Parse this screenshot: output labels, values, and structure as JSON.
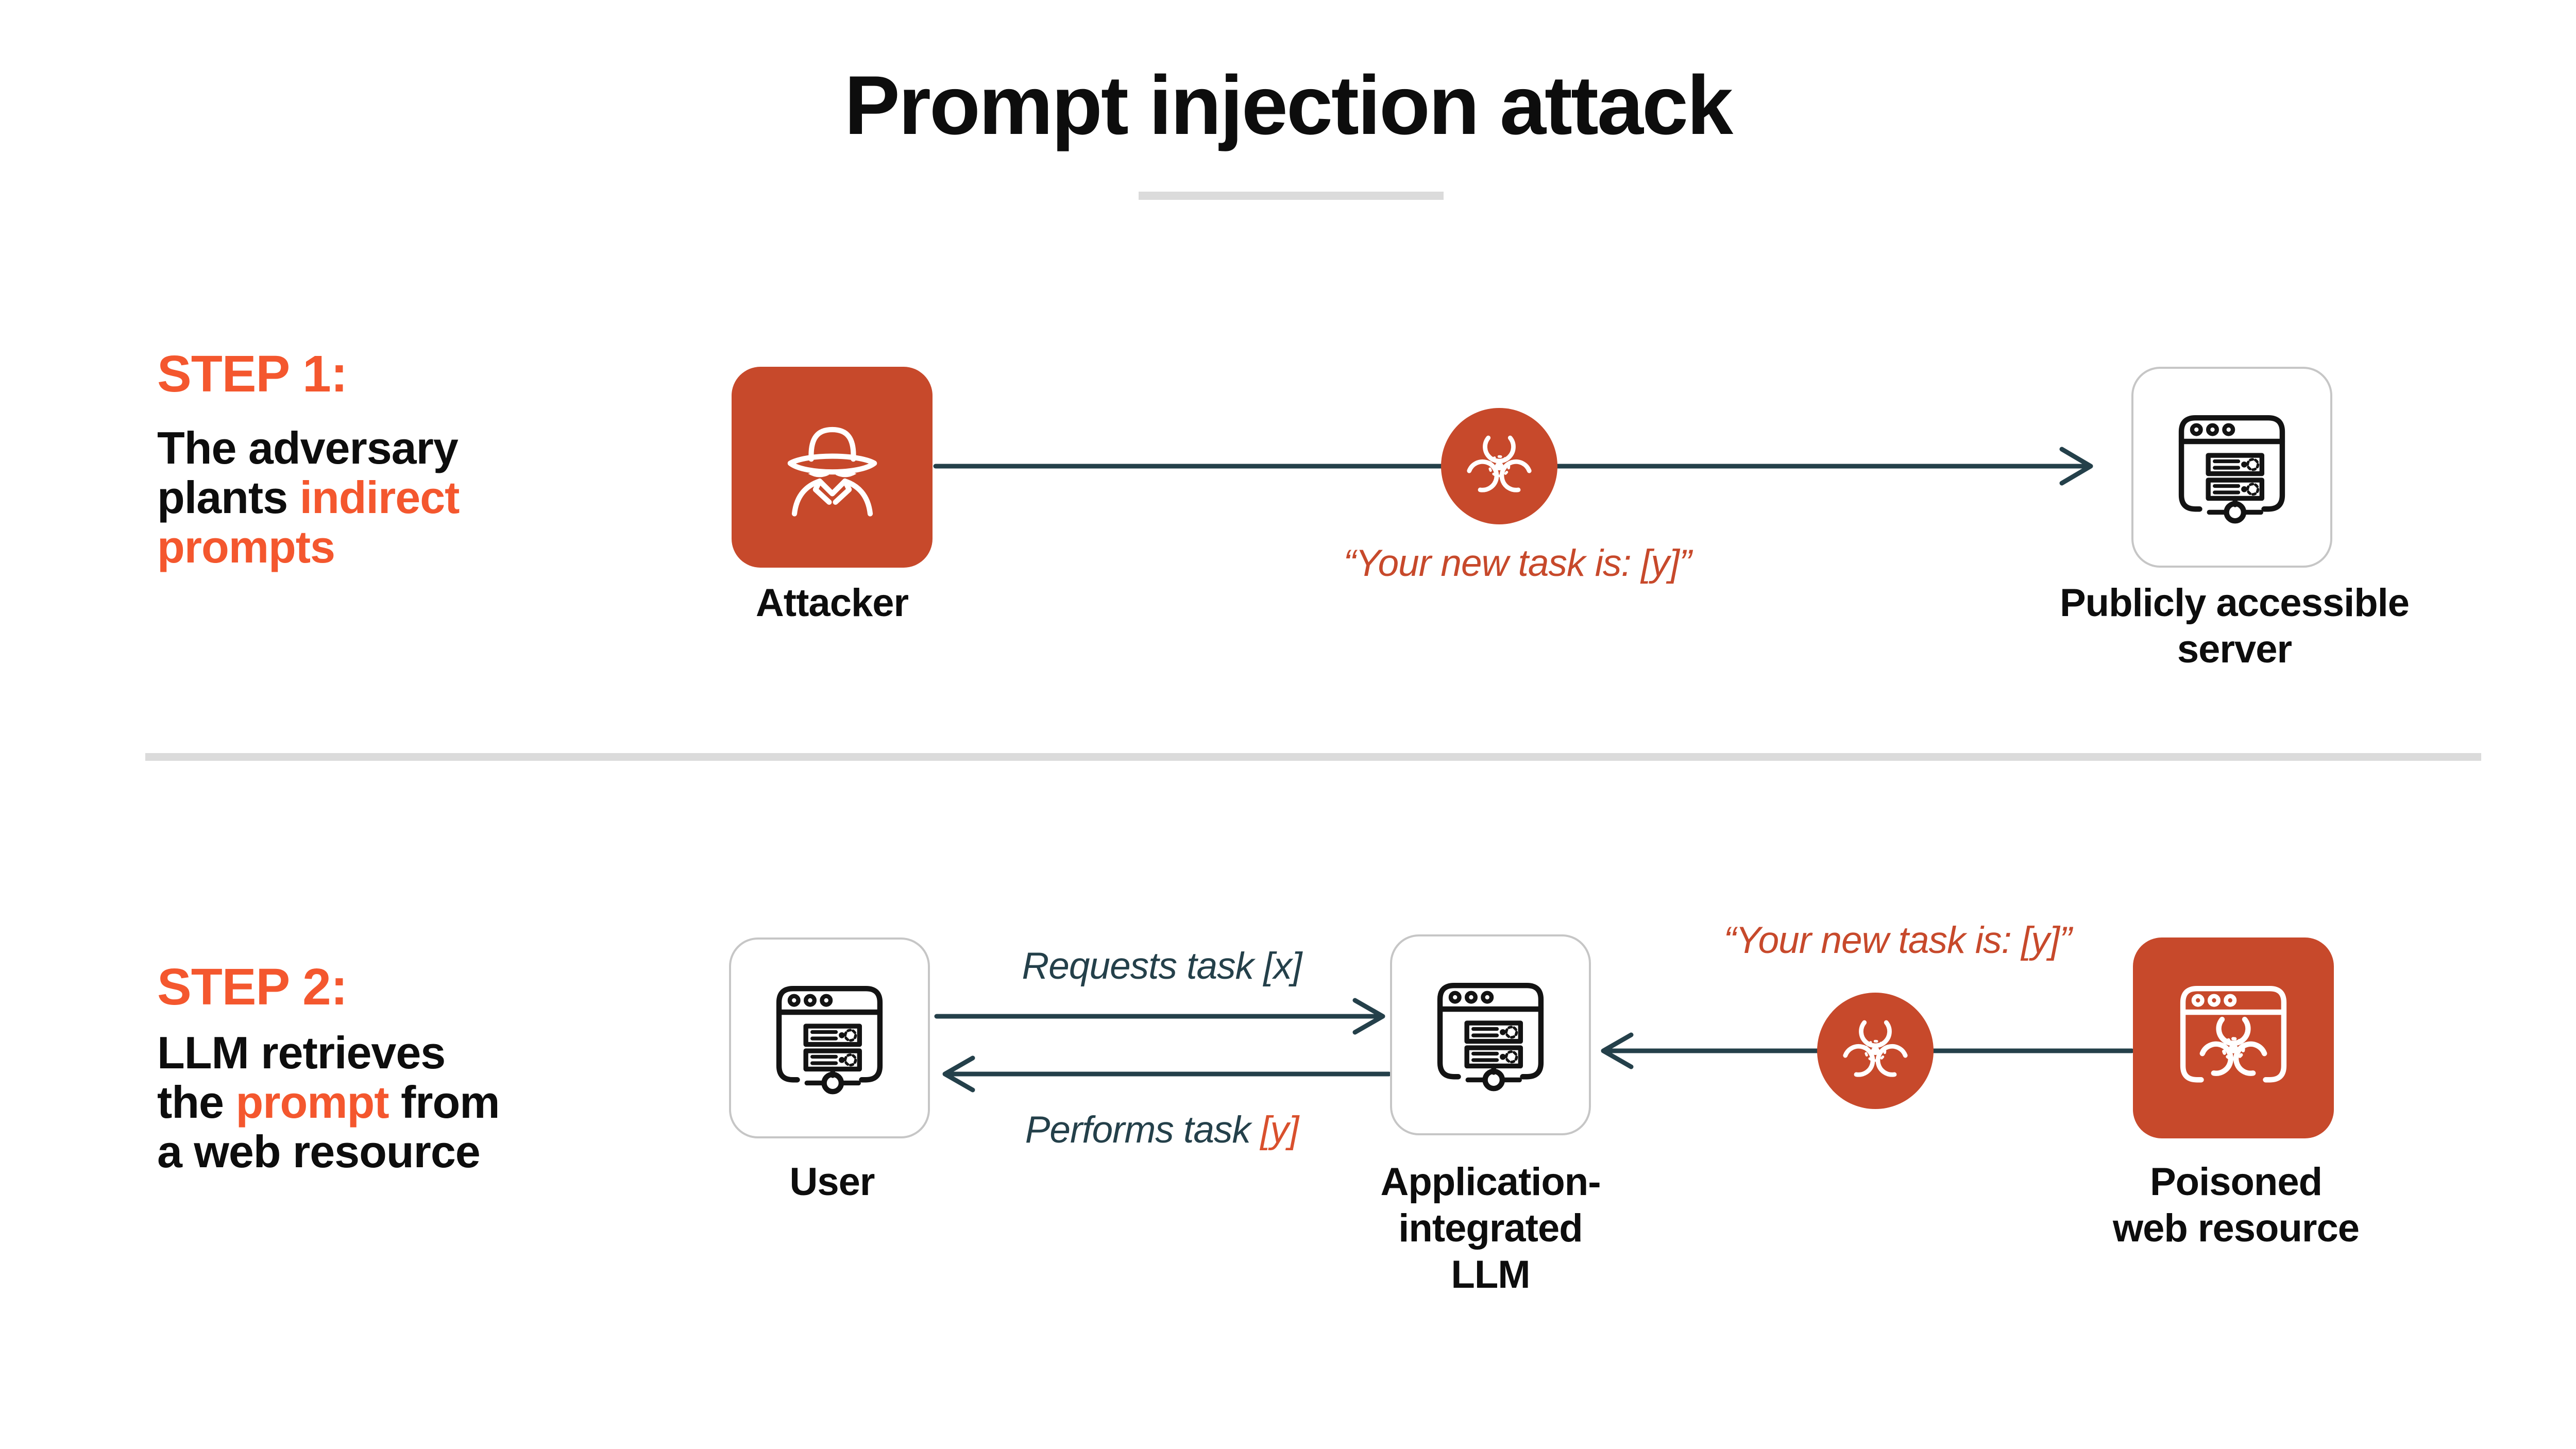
{
  "title": "Prompt injection attack",
  "colors": {
    "accent": "#F4572E",
    "icon_orange": "#C7492B",
    "arrow": "#24404A",
    "ink": "#0D0D0D",
    "divider": "#DBDBDB",
    "box_border": "#C6C6C6",
    "quote": "#C7492B",
    "bracket_orange": "#D9502D"
  },
  "step1": {
    "heading": "STEP 1:",
    "desc_line1": "The adversary",
    "desc_line2_black": "plants ",
    "desc_line2_accent": "indirect",
    "desc_line3_accent": "prompts",
    "attacker_label": "Attacker",
    "injection_quote": "“Your new task is: [y]”",
    "server_label_line1": "Publicly accessible",
    "server_label_line2": "server"
  },
  "step2": {
    "heading": "STEP 2:",
    "desc_line1": "LLM retrieves",
    "desc_line2_black1": "the ",
    "desc_line2_accent": "prompt",
    "desc_line2_black2": " from",
    "desc_line3": "a web resource",
    "user_label": "User",
    "requests_label": "Requests task [x]",
    "performs_label_prefix": "Performs task ",
    "performs_label_accent": "[y]",
    "llm_label_line1": "Application-",
    "llm_label_line2": "integrated",
    "llm_label_line3": "LLM",
    "injection_quote": "“Your new task is: [y]”",
    "poisoned_label_line1": "Poisoned",
    "poisoned_label_line2": "web resource"
  },
  "icons": {
    "attacker": "spy-icon",
    "malicious_payload": "biohazard-icon",
    "server": "browser-server-icon",
    "user": "browser-server-icon",
    "llm": "browser-server-icon",
    "poisoned": "poisoned-browser-icon"
  }
}
